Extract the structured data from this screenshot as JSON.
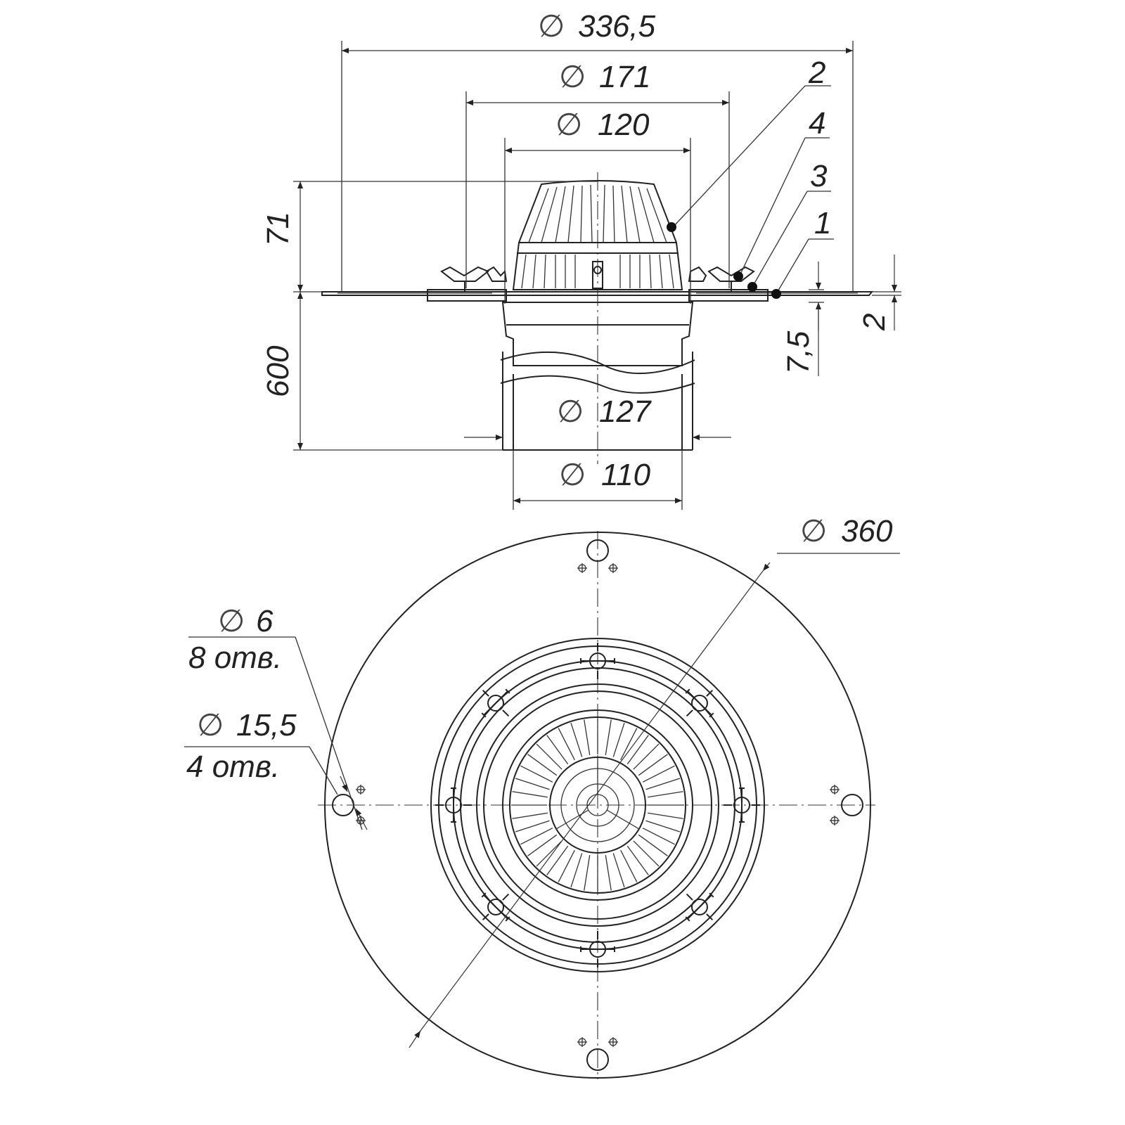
{
  "diameter_symbol": "∅",
  "dimensions": {
    "d_336_5": "336,5",
    "d_171": "171",
    "d_120": "120",
    "d_127": "127",
    "d_110": "110",
    "d_360": "360",
    "d_6": "6",
    "d_15_5": "15,5",
    "h_71": "71",
    "h_600": "600",
    "h_7_5": "7,5",
    "h_2": "2"
  },
  "holes": {
    "small_count": "8 отв.",
    "large_count": "4 отв."
  },
  "callouts": [
    "2",
    "4",
    "3",
    "1"
  ]
}
